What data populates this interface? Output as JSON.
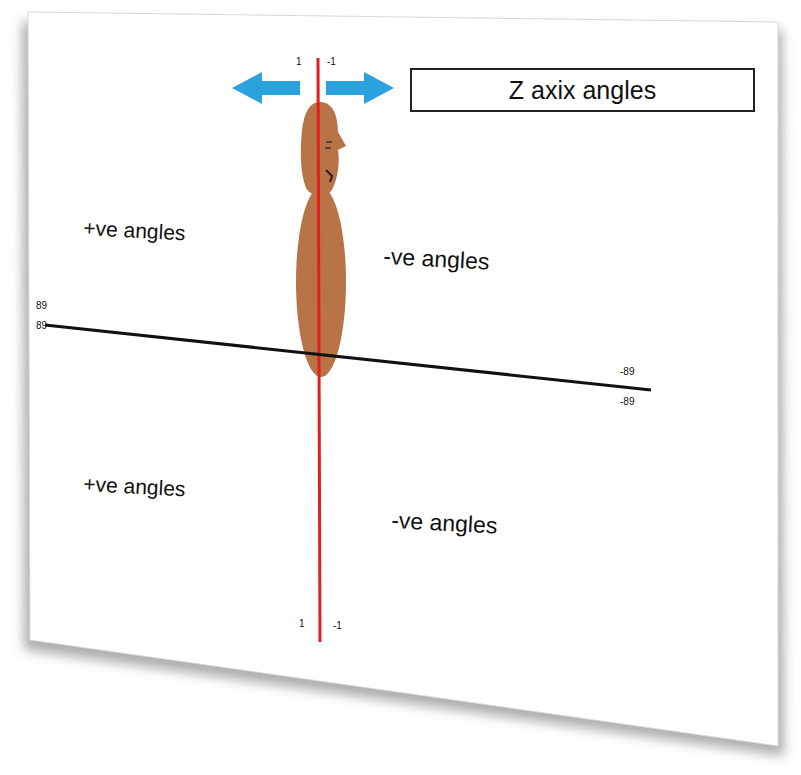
{
  "diagram": {
    "nodes": [
      {
        "text": [
          "Z axix angles"
        ]
      }
    ],
    "labels": [
      "1",
      "-1",
      "+ve angles",
      "-ve angles",
      "89",
      "89",
      "-89",
      "-89",
      "+ve angles",
      "-ve angles",
      "1",
      "-1"
    ]
  }
}
